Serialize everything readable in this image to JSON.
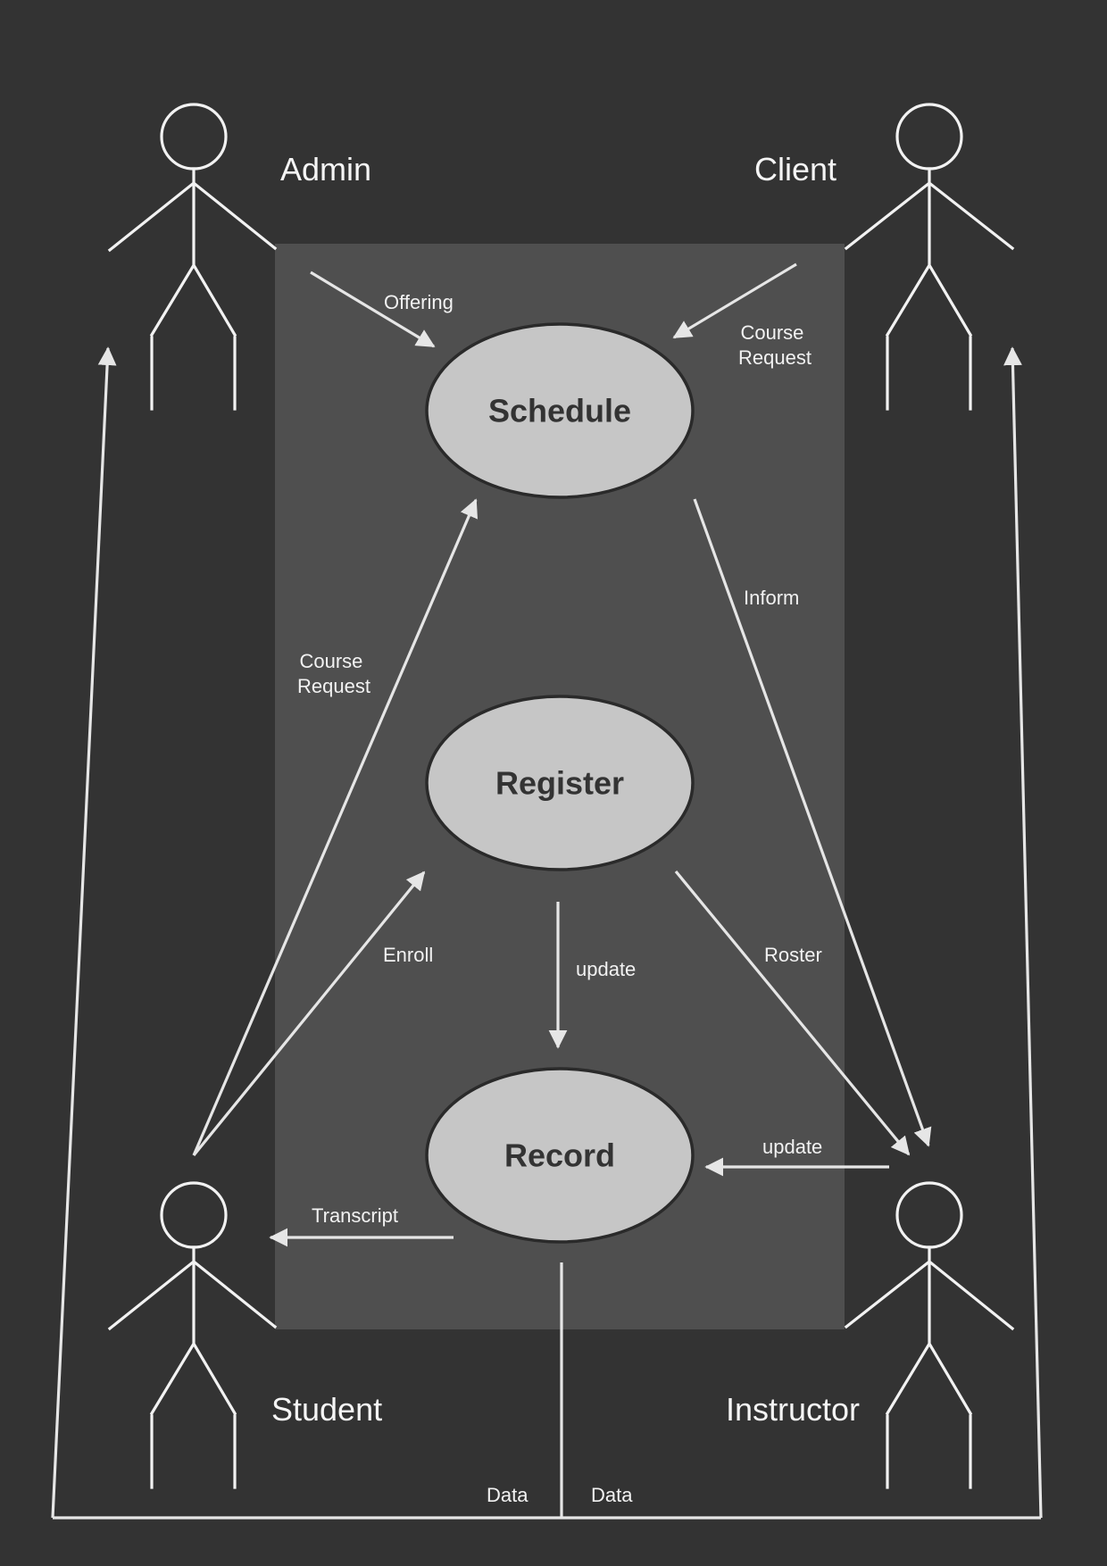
{
  "colors": {
    "background": "#333333",
    "system_boundary": "#4f4f4f",
    "use_case_fill": "#c6c6c6",
    "use_case_text": "#333333",
    "lines": "#e6e6e6",
    "labels": "#f5f5f5"
  },
  "actors": {
    "admin": "Admin",
    "client": "Client",
    "student": "Student",
    "instructor": "Instructor"
  },
  "use_cases": {
    "schedule": "Schedule",
    "register": "Register",
    "record": "Record"
  },
  "flows": {
    "offering": "Offering",
    "client_course_request": [
      "Course",
      "Request"
    ],
    "inform": "Inform",
    "student_course_request": [
      "Course",
      "Request"
    ],
    "enroll": "Enroll",
    "update_register_record": "update",
    "roster": "Roster",
    "update_instructor_record": "update",
    "transcript": "Transcript",
    "data_admin": "Data",
    "data_instructor": "Data"
  }
}
